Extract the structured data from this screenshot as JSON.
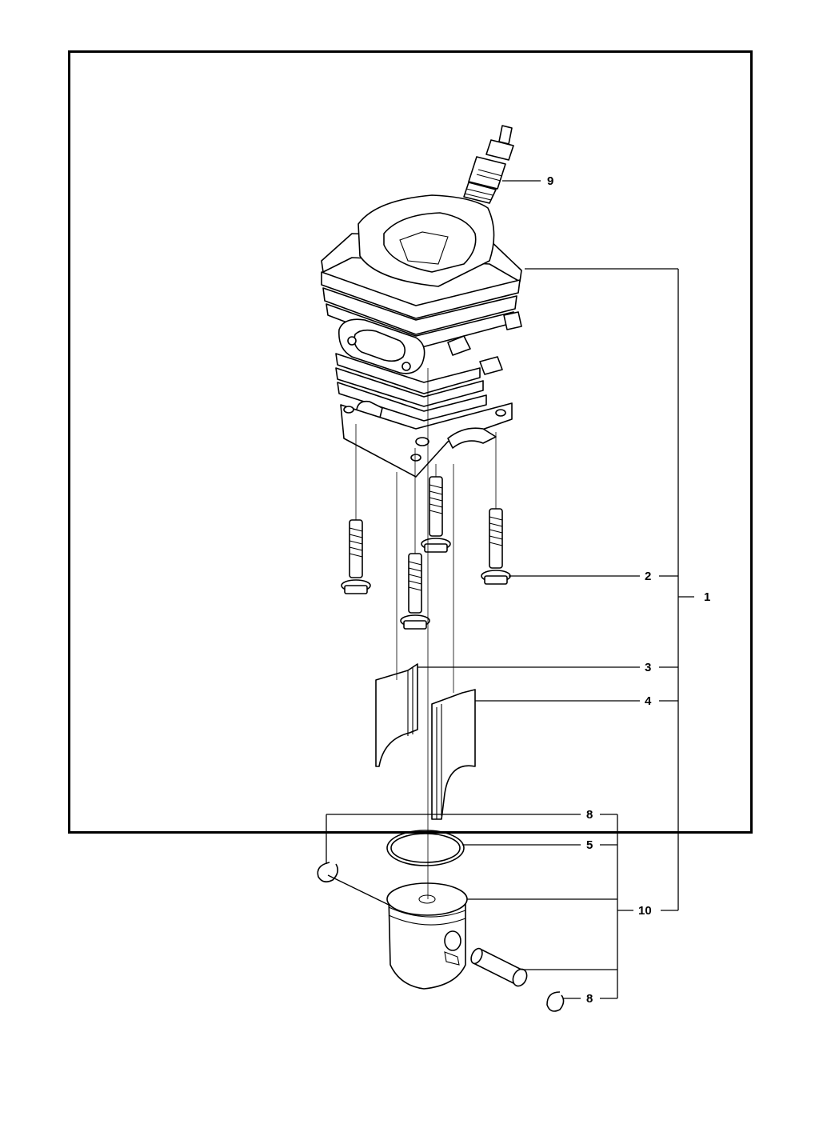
{
  "diagram": {
    "callouts": {
      "c9": "9",
      "c2": "2",
      "c1": "1",
      "c3": "3",
      "c4": "4",
      "c8a": "8",
      "c5": "5",
      "c10": "10",
      "c8b": "8"
    },
    "parts": [
      "spark-plug",
      "cylinder",
      "cylinder-bolt",
      "transfer-port-cover",
      "piston-ring",
      "circlip",
      "piston",
      "piston-pin"
    ]
  }
}
